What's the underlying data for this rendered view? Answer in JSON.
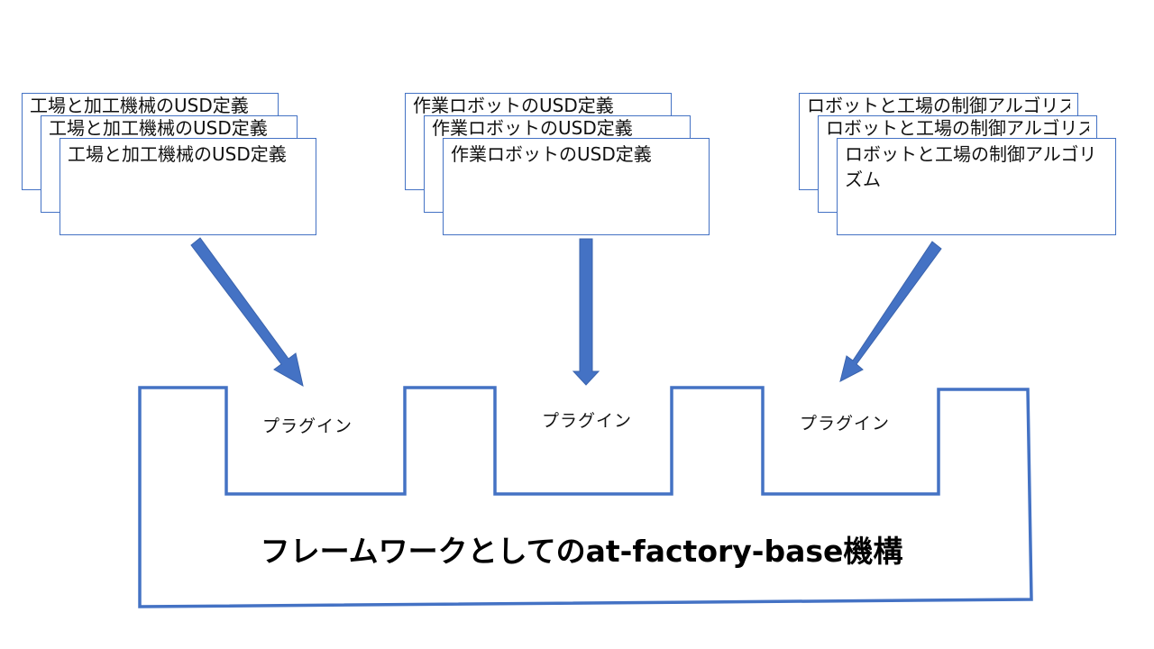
{
  "groups": [
    {
      "cards": [
        "工場と加工機械のUSD定義",
        "工場と加工機械のUSD定義",
        "工場と加工機械のUSD定義"
      ]
    },
    {
      "cards": [
        "作業ロボットのUSD定義",
        "作業ロボットのUSD定義",
        "作業ロボットのUSD定義"
      ]
    },
    {
      "cards": [
        "ロボットと工場の制御アルゴリズム",
        "ロボットと工場の制御アルゴリズム",
        "ロボットと工場の制御アルゴリズム"
      ]
    }
  ],
  "plugins": [
    "プラグイン",
    "プラグイン",
    "プラグイン"
  ],
  "framework": {
    "title": "フレームワークとしてのat-factory-base機構"
  },
  "colors": {
    "accent": "#4472C4",
    "text": "#000000"
  }
}
